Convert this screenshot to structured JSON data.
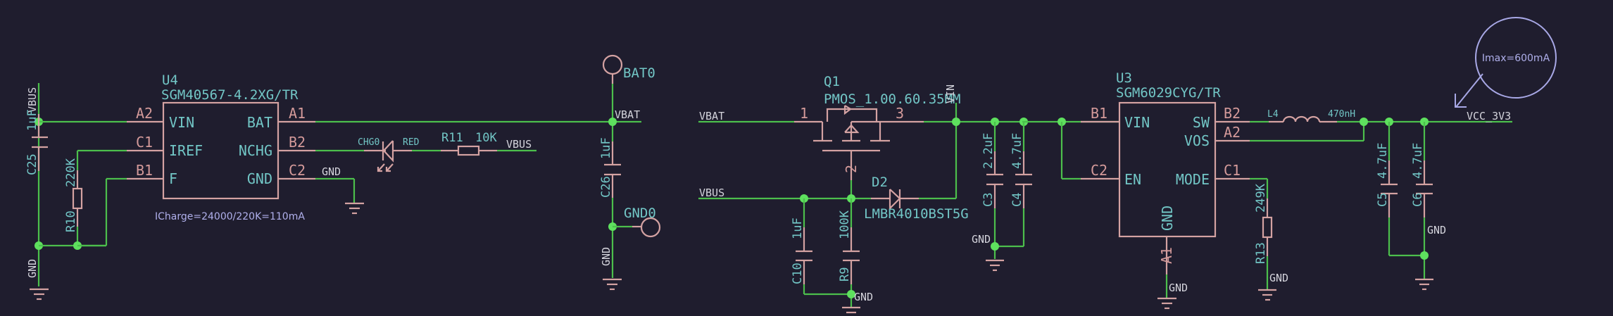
{
  "colors": {
    "background": "#1f1d2e",
    "wire": "#4cbf4c",
    "junction": "#5ee05e",
    "symbol": "#d4a2a2",
    "reference_text": "#72c6c6",
    "net_label_text": "#d4d4dc",
    "annotation": "#a8a8e6"
  },
  "components": {
    "U4": {
      "ref": "U4",
      "value": "SGM40567-4.2XG/TR",
      "pins_left": [
        {
          "num": "A2",
          "name": "VIN"
        },
        {
          "num": "C1",
          "name": "IREF"
        },
        {
          "num": "B1",
          "name": "F"
        }
      ],
      "pins_right": [
        {
          "num": "A1",
          "name": "BAT"
        },
        {
          "num": "B2",
          "name": "NCHG"
        },
        {
          "num": "C2",
          "name": "GND"
        }
      ],
      "note": "ICharge=24000/220K=110mA"
    },
    "C25": {
      "ref": "C25",
      "value": "1uF"
    },
    "R10": {
      "ref": "R10",
      "value": "220K"
    },
    "LED": {
      "anode_label": "RED",
      "cathode_label": "CHG0"
    },
    "R11": {
      "ref": "R11",
      "value": "10K"
    },
    "C26": {
      "ref": "C26",
      "value": "1uF"
    },
    "BAT0": {
      "ref": "BAT0"
    },
    "GND0": {
      "ref": "GND0"
    },
    "Q1": {
      "ref": "Q1",
      "value": "PMOS_1.00.60.35MM",
      "pins": [
        "1",
        "2",
        "3"
      ]
    },
    "D2": {
      "ref": "D2",
      "value": "LMBR4010BST5G"
    },
    "C10": {
      "ref": "C10",
      "value": "1uF"
    },
    "R9": {
      "ref": "R9",
      "value": "100K"
    },
    "C3": {
      "ref": "C3",
      "value": "2.2uF"
    },
    "C4": {
      "ref": "C4",
      "value": "4.7uF"
    },
    "U3": {
      "ref": "U3",
      "value": "SGM6029CYG/TR",
      "pins_left": [
        {
          "num": "B1",
          "name": "VIN"
        },
        {
          "num": "C2",
          "name": "EN"
        }
      ],
      "pins_right": [
        {
          "num": "B2",
          "name": "SW"
        },
        {
          "num": "A2",
          "name": "VOS"
        },
        {
          "num": "C1",
          "name": "MODE"
        }
      ],
      "pin_bottom": {
        "num": "A1",
        "name": "GND"
      }
    },
    "R13": {
      "ref": "R13",
      "value": "249K"
    },
    "L4": {
      "ref": "L4",
      "value": "470nH"
    },
    "C5": {
      "ref": "C5",
      "value": "4.7uF"
    },
    "C6": {
      "ref": "C6",
      "value": "4.7uF"
    }
  },
  "nets": {
    "vbus": "VBUS",
    "vbat": "VBAT",
    "gnd": "GND",
    "vin": "VIN",
    "vcc": "VCC_3V3"
  },
  "annotation": {
    "text": "Imax=600mA"
  }
}
